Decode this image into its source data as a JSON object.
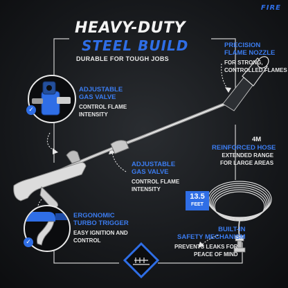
{
  "brand": "FIRE",
  "title": {
    "line1": "HEAVY-DUTY",
    "line2": "STEEL BUILD",
    "subtitle": "DURABLE FOR TOUGH JOBS"
  },
  "features": {
    "nozzle": {
      "title": "PRECISION\nFLAME NOZZLE",
      "desc": "FOR STRONG,\nCONTROLLED FLAMES"
    },
    "valve_top": {
      "title": "ADJUSTABLE\nGAS VALVE",
      "desc": "CONTROL FLAME\nINTENSITY"
    },
    "valve_mid": {
      "title": "ADJUSTABLE\nGAS VALVE",
      "desc": "CONTROL FLAME\nINTENSITY"
    },
    "hose": {
      "length": "4M",
      "title": "REINFORCED HOSE",
      "desc": "EXTENDED RANGE\nFOR LARGE AREAS"
    },
    "trigger": {
      "title": "ERGONOMIC\nTURBO TRIGGER",
      "desc": "EASY IGNITION AND\nCONTROL"
    },
    "safety": {
      "title": "BUILT-IN\nSAFETY MECHANISM",
      "desc": "PREVENTS LEAKS FOR\nPEACE OF MIND"
    }
  },
  "hose_badge": {
    "value": "13.5",
    "unit": "FEET"
  },
  "icons": [
    "check-icon",
    "hose-reel-icon",
    "valve-icon",
    "trigger-icon",
    "safety-diamond-icon"
  ],
  "colors": {
    "accent": "#2f6ee6",
    "background": "#16181b",
    "text": "#f0f0f0"
  }
}
